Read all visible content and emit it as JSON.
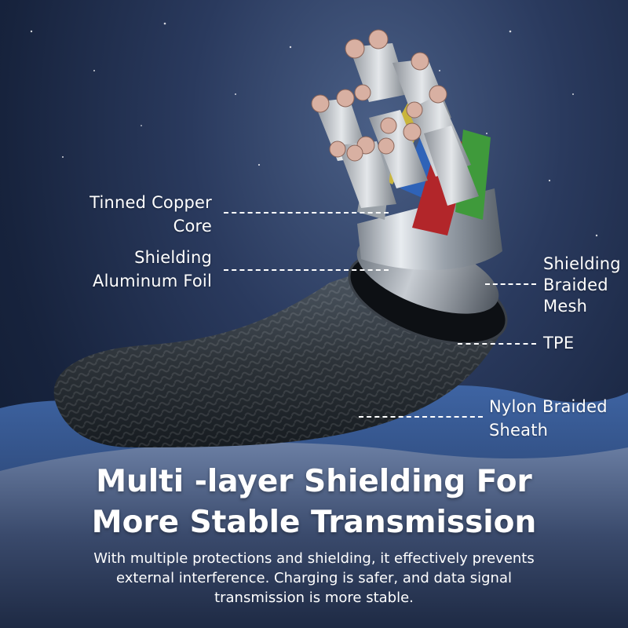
{
  "labels": {
    "tinned_copper_core": [
      "Tinned Copper",
      "Core"
    ],
    "shielding_aluminum_foil": [
      "Shielding",
      "Aluminum Foil"
    ],
    "shielding_braided_mesh": [
      "Shielding",
      "Braided",
      "Mesh"
    ],
    "tpe": "TPE",
    "nylon_braided_sheath": [
      "Nylon Braided",
      "Sheath"
    ]
  },
  "headline": [
    "Multi -layer Shielding For",
    "More Stable Transmission"
  ],
  "description": [
    "With multiple protections and shielding, it effectively prevents",
    "external interference. Charging is safer, and data signal",
    "transmission is more stable."
  ],
  "colors": {
    "sky_top": "#2a3a5e",
    "sky_bottom": "#0f1a2f",
    "dune": "#3b5c92",
    "cable_sheath": "#2d3339",
    "wire_red": "#b2262a",
    "wire_green": "#3f9a3b",
    "wire_blue": "#2f63b8",
    "wire_yellow": "#c9b53c",
    "copper": "#d8b0a2"
  }
}
